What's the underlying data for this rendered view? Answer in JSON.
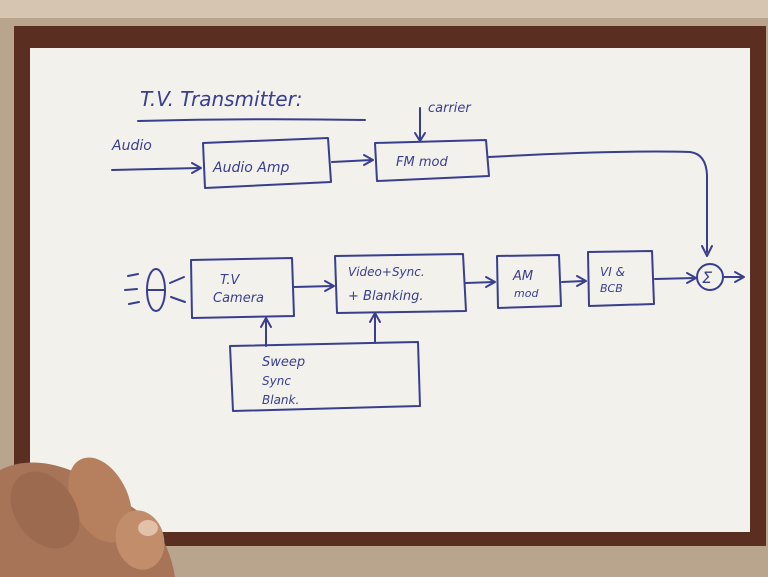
{
  "diagram": {
    "title": "T.V. Transmitter:",
    "labels": {
      "audio_input": "Audio",
      "carrier": "carrier",
      "audio_amp": "Audio Amp",
      "fm_mod": "FM mod",
      "tv_camera_line1": "T.V",
      "tv_camera_line2": "Camera",
      "video_sync_line1": "Video+Sync.",
      "video_sync_line2": "+ Blanking.",
      "am_mod_line1": "AM",
      "am_mod_line2": "mod",
      "vsb_line1": "VI &",
      "vsb_line2": "BCB",
      "sweep_line1": "Sweep",
      "sweep_line2": "Sync",
      "sweep_line3": "Blank.",
      "sum_symbol": "Σ"
    }
  },
  "colors": {
    "ink": "#3a3e8f",
    "paper": "#f2f1ec",
    "frame": "#5a2f22",
    "wall": "#b9a48e",
    "skin": "#b07c5e"
  }
}
